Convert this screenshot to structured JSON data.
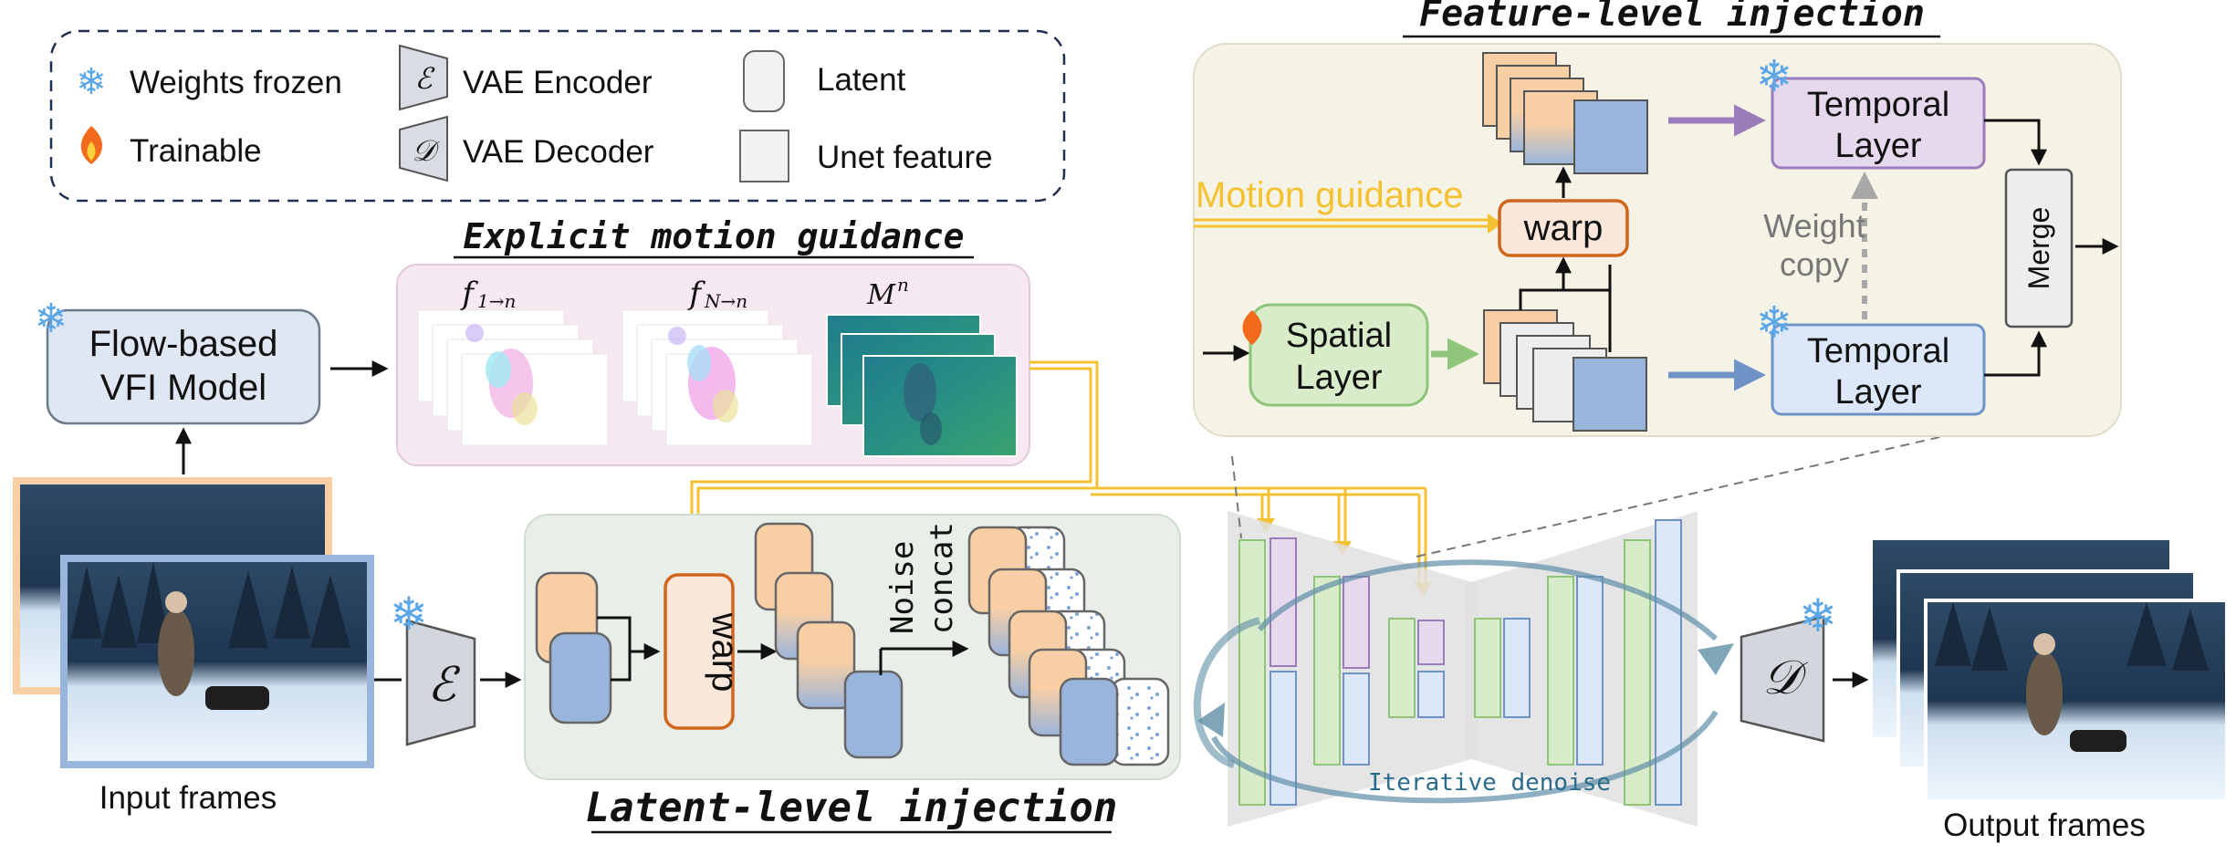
{
  "legend": {
    "frozen": "Weights frozen",
    "trainable": "Trainable",
    "encoder_symbol": "ℰ",
    "encoder": "VAE Encoder",
    "decoder_symbol": "𝒟",
    "decoder": "VAE Decoder",
    "latent": "Latent",
    "unet_feature": "Unet feature"
  },
  "vfi": {
    "line1": "Flow-based",
    "line2": "VFI Model"
  },
  "explicit": {
    "title": "Explicit motion guidance",
    "f1": "f",
    "f1_sub": "1→n",
    "fN": "f",
    "fN_sub": "N→n",
    "M": "M",
    "M_sup": "n"
  },
  "input_label": "Input frames",
  "output_label": "Output frames",
  "encoder_symbol": "ℰ",
  "decoder_symbol": "𝒟",
  "latent_section": {
    "title": "Latent-level injection",
    "warp": "warp",
    "noise": "Noise",
    "concat": "concat"
  },
  "unet": {
    "denoise": "Iterative denoise"
  },
  "feature_section": {
    "title": "Feature-level injection",
    "motion_guidance": "Motion guidance",
    "warp": "warp",
    "temporal1": "Temporal",
    "temporal1b": "Layer",
    "temporal2": "Temporal",
    "temporal2b": "Layer",
    "spatial1": "Spatial",
    "spatial2": "Layer",
    "weight": "Weight",
    "copy": "copy",
    "merge": "Merge"
  },
  "colors": {
    "orange": "#f8cfa5",
    "blue": "#9ab5dc",
    "green_fill": "#d9ecc9",
    "green_stroke": "#8fc57a",
    "purple_fill": "#e6d9ee",
    "purple_stroke": "#9b7cba",
    "lightblue_fill": "#dce8fa",
    "lightblue_stroke": "#6f93c7",
    "yellow": "#f4c231",
    "warp_stroke": "#d0661e"
  }
}
